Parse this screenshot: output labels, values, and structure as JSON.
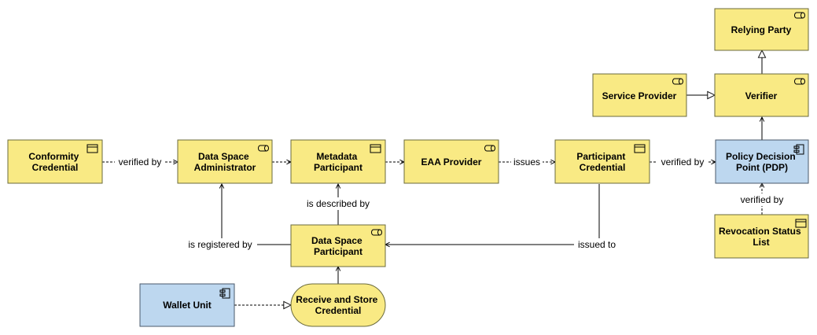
{
  "nodes": {
    "conformity_credential": [
      "Conformity",
      "Credential"
    ],
    "data_space_administrator": [
      "Data Space",
      "Administrator"
    ],
    "metadata_participant": [
      "Metadata",
      "Participant"
    ],
    "eaa_provider": [
      "EAA Provider"
    ],
    "participant_credential": [
      "Participant",
      "Credential"
    ],
    "policy_decision_point": [
      "Policy Decision",
      "Point (PDP)"
    ],
    "relying_party": [
      "Relying Party"
    ],
    "service_provider": [
      "Service Provider"
    ],
    "verifier": [
      "Verifier"
    ],
    "revocation_status_list": [
      "Revocation Status",
      "List"
    ],
    "data_space_participant": [
      "Data Space",
      "Participant"
    ],
    "wallet_unit": [
      "Wallet Unit"
    ],
    "receive_and_store_credential": [
      "Receive and Store",
      "Credential"
    ]
  },
  "edges": {
    "conformity_verified_by": "verified by",
    "metadata_to_eaa": "",
    "eaa_issues": "issues",
    "participant_credential_verified_by": "verified by",
    "revocation_verified_by": "verified by",
    "is_described_by": "is described by",
    "is_registered_by": "is registered by",
    "issued_to": "issued to"
  },
  "colors": {
    "business_object": "#f9ea84",
    "application_component": "#bdd7ef"
  }
}
